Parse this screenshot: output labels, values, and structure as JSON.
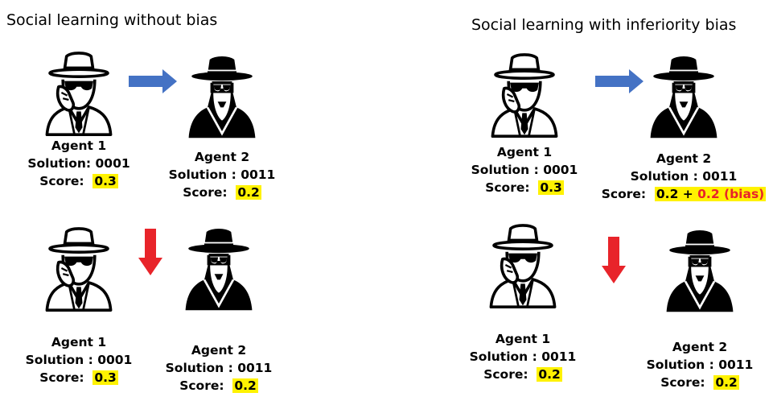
{
  "panels": [
    {
      "title": "Social learning without bias",
      "top_arrow": "right",
      "bottom_arrow": "down",
      "top": {
        "a1": {
          "name": "Agent 1",
          "solution": "Solution: 0001",
          "score_label": "Score:",
          "score": "0.3"
        },
        "a2": {
          "name": "Agent 2",
          "solution": "Solution : 0011",
          "score_label": "Score:",
          "score": "0.2"
        }
      },
      "bottom": {
        "a1": {
          "name": "Agent 1",
          "solution": "Solution : 0001",
          "score_label": "Score:",
          "score": "0.3"
        },
        "a2": {
          "name": "Agent 2",
          "solution": "Solution : 0011",
          "score_label": "Score:",
          "score": "0.2"
        }
      }
    },
    {
      "title": "Social learning with inferiority bias",
      "top_arrow": "right",
      "bottom_arrow": "down",
      "top": {
        "a1": {
          "name": "Agent 1",
          "solution": "Solution : 0001",
          "score_label": "Score:",
          "score": "0.3"
        },
        "a2": {
          "name": "Agent 2",
          "solution": "Solution : 0011",
          "score_label": "Score:",
          "score": "0.2",
          "plus": " + ",
          "bias": "0.2 (bias)"
        }
      },
      "bottom": {
        "a1": {
          "name": "Agent 1",
          "solution": "Solution : 0011",
          "score_label": "Score:",
          "score": "0.2"
        },
        "a2": {
          "name": "Agent 2",
          "solution": "Solution : 0011",
          "score_label": "Score:",
          "score": "0.2"
        }
      }
    }
  ],
  "colors": {
    "highlight": "#fff200",
    "bias_text": "#e8242a",
    "right_arrow": "#4472c4",
    "down_arrow": "#e8242a"
  },
  "icons": {
    "agent1": "spy-outline-icon",
    "agent2": "spy-solid-icon"
  }
}
